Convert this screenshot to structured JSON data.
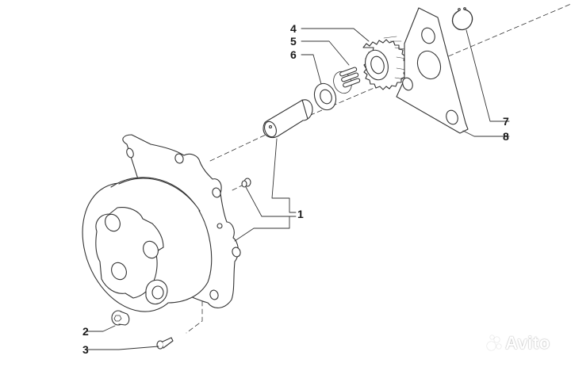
{
  "diagram": {
    "type": "exploded-parts-view",
    "subject": "pump housing assembly with gear, shaft and mounting plate",
    "line_color": "#333333",
    "background": "#ffffff"
  },
  "callouts": [
    {
      "id": "1",
      "label": "1",
      "part": "pump housing"
    },
    {
      "id": "2",
      "label": "2",
      "part": "plug"
    },
    {
      "id": "3",
      "label": "3",
      "part": "screw"
    },
    {
      "id": "4",
      "label": "4",
      "part": "gear"
    },
    {
      "id": "5",
      "label": "5",
      "part": "needle bearing"
    },
    {
      "id": "6",
      "label": "6",
      "part": "washer"
    },
    {
      "id": "7",
      "label": "7",
      "part": "circlip"
    },
    {
      "id": "8",
      "label": "8",
      "part": "plate"
    }
  ],
  "watermark": {
    "text": "Avito"
  }
}
